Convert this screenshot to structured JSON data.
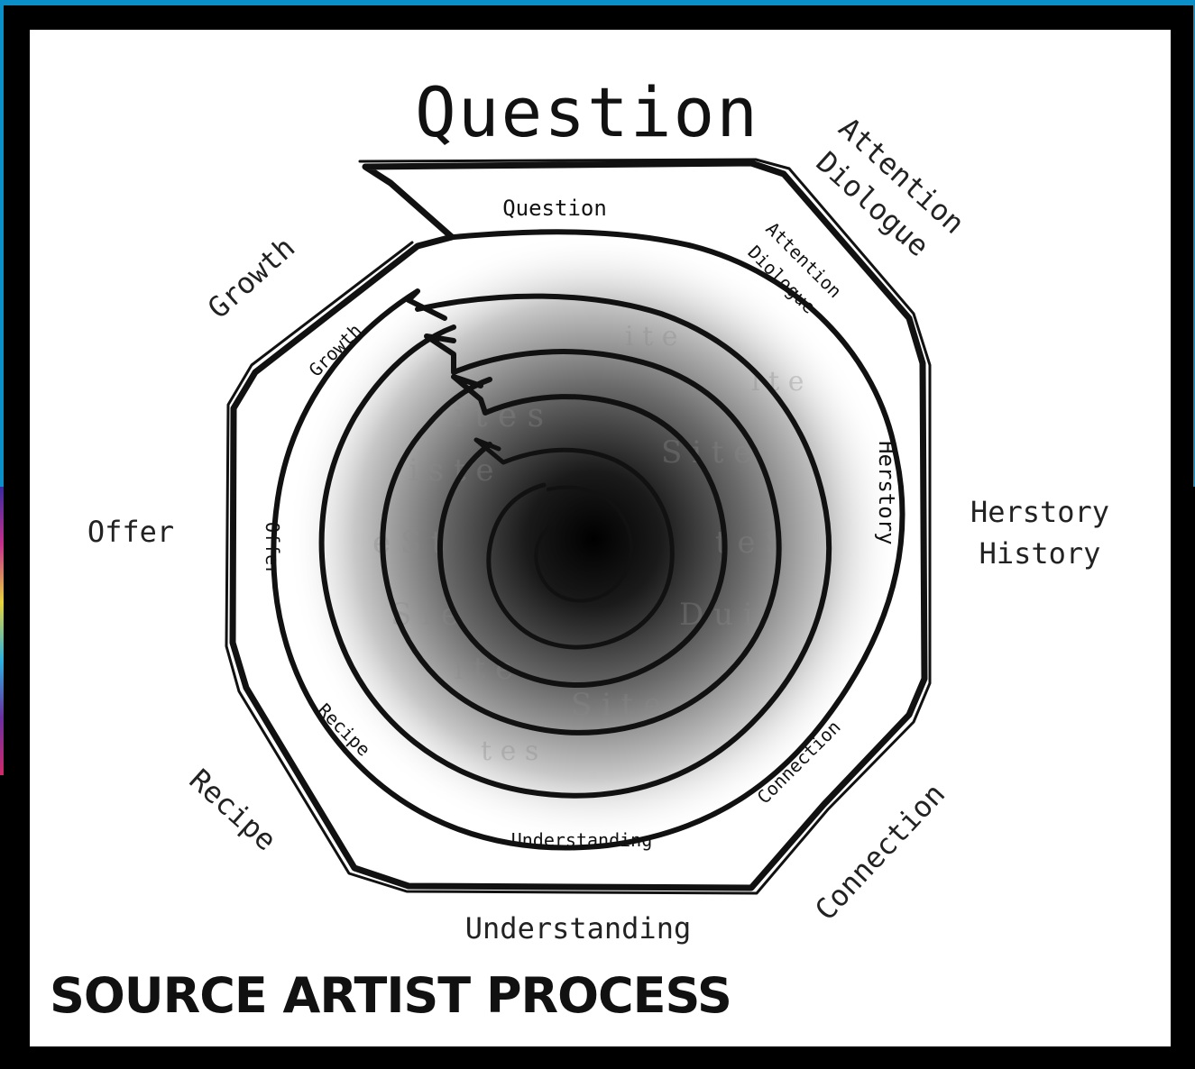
{
  "outer_labels": {
    "question": "Question",
    "attention": "Attention",
    "dialogue": "Diologue",
    "herstory": "Herstory",
    "history": "History",
    "connection": "Connection",
    "understanding": "Understanding",
    "recipe": "Recipe",
    "offer": "Offer",
    "growth": "Growth"
  },
  "inner_labels": {
    "question": "Question",
    "attention": "Attention",
    "dialogue": "Diologue",
    "herstory": "Herstory",
    "connection": "Connection",
    "understanding": "Understanding",
    "recipe": "Recipe",
    "offer": "Offer",
    "growth": "Growth"
  },
  "footer": {
    "tag": "SOURCE ARTIST PROCESS"
  },
  "colors": {
    "frame_blue": "#0b8fc9",
    "ink": "#111111",
    "paper": "#ffffff"
  }
}
